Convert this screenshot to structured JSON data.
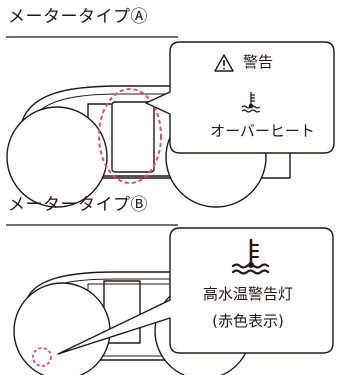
{
  "sections": [
    {
      "heading": "メータータイプⒶ",
      "callout": {
        "warning_icon": "warning-triangle-icon",
        "warning_text": "警告",
        "lamp_icon": "coolant-temperature-icon",
        "lamp_name": "オーバーヒート"
      }
    },
    {
      "heading": "メータータイプⒷ",
      "callout": {
        "lamp_icon": "coolant-temperature-icon",
        "lamp_name_line1": "高水温警告灯",
        "lamp_name_line2": "(赤色表示)"
      }
    }
  ],
  "colors": {
    "ink": "#231815",
    "highlight": "#e3487a",
    "fill": "#ffffff"
  }
}
